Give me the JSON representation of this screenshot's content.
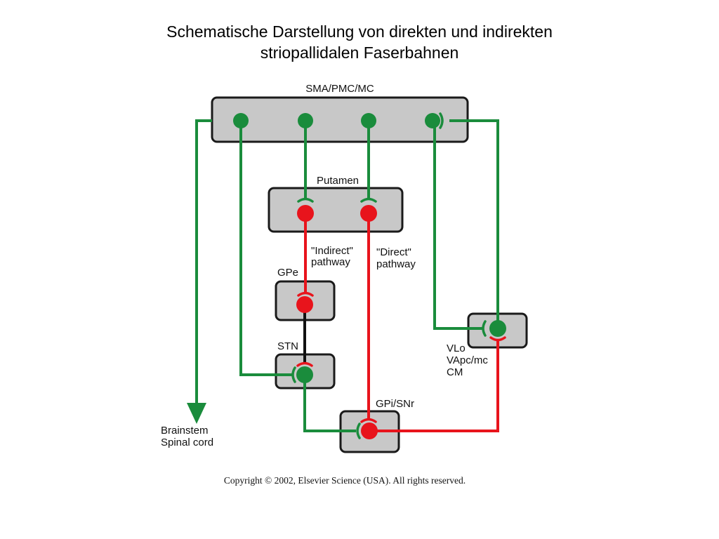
{
  "title": {
    "line1": "Schematische Darstellung von direkten und indirekten",
    "line2": "striopallidalen Faserbahnen"
  },
  "nodes": {
    "cortex": "SMA/PMC/MC",
    "putamen": "Putamen",
    "gpe": "GPe",
    "stn": "STN",
    "gpi": "GPi/SNr",
    "thalamus": [
      "VLo",
      "VApc/mc",
      "CM"
    ],
    "output": [
      "Brainstem",
      "Spinal cord"
    ]
  },
  "pathways": {
    "indirect": [
      "\"Indirect\"",
      "pathway"
    ],
    "direct": [
      "\"Direct\"",
      "pathway"
    ]
  },
  "copyright": "Copyright © 2002, Elsevier Science (USA). All rights reserved.",
  "colors": {
    "excitatory": "#1a8c3c",
    "inhibitory": "#e8141c",
    "box_fill": "#c8c8c8",
    "box_stroke": "#1a1a1a",
    "connector": "#111111"
  }
}
